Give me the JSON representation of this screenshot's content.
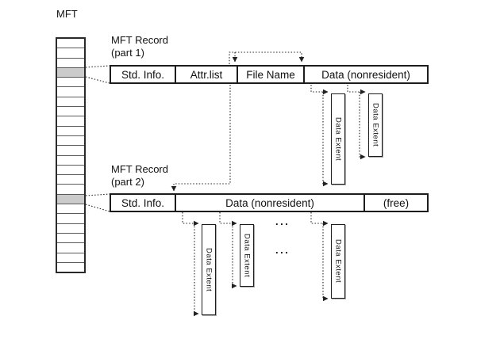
{
  "diagram": {
    "mft": {
      "title": "MFT",
      "row_count": 24,
      "highlighted_rows": [
        3,
        16
      ]
    },
    "record1": {
      "label_line1": "MFT Record",
      "label_line2": "(part 1)",
      "cells": [
        {
          "label": "Std. Info."
        },
        {
          "label": "Attr.list"
        },
        {
          "label": "File Name"
        },
        {
          "label": "Data (nonresident)"
        }
      ]
    },
    "record2": {
      "label_line1": "MFT Record",
      "label_line2": "(part 2)",
      "cells": [
        {
          "label": "Std. Info."
        },
        {
          "label": "Data (nonresident)"
        },
        {
          "label": "(free)"
        }
      ]
    },
    "extents": {
      "label": "Data Extent"
    },
    "ellipsis": "...",
    "colors": {
      "line": "#222222",
      "highlight_fill": "#cbcbcb",
      "border": "#1c1c1c"
    }
  }
}
